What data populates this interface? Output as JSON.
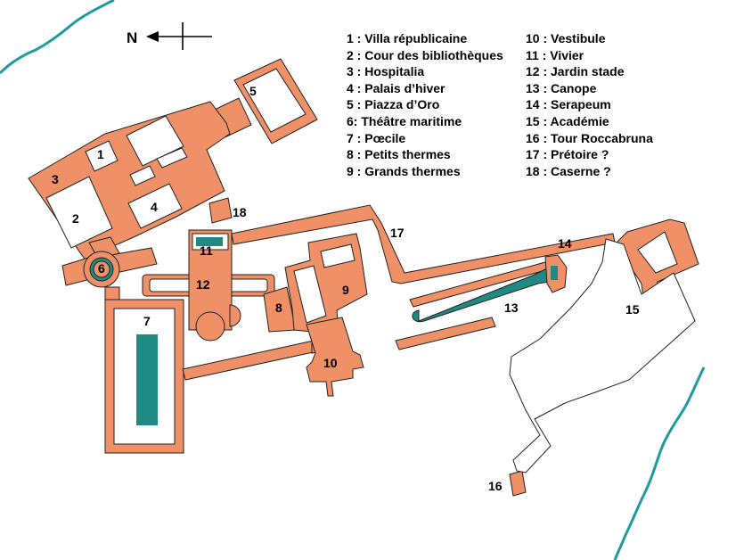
{
  "map": {
    "north_label": "N",
    "colors": {
      "building": "#ef9066",
      "outline": "#222222",
      "water": "#1f8a84",
      "river": "#1f9aa0",
      "court": "#ffffff"
    },
    "site_labels": {
      "s1": "1",
      "s2": "2",
      "s3": "3",
      "s4": "4",
      "s5": "5",
      "s6": "6",
      "s7": "7",
      "s8": "8",
      "s9": "9",
      "s10": "10",
      "s11": "11",
      "s12": "12",
      "s13": "13",
      "s14": "14",
      "s15": "15",
      "s16": "16",
      "s17": "17",
      "s18": "18"
    },
    "legend_left": [
      "1 : Villa républicaine",
      "2 : Cour des bibliothèques",
      "3 : Hospitalia",
      "4 : Palais d’hiver",
      "5 : Piazza d’Oro",
      "6: Théâtre maritime",
      "7 : Pœcile",
      "8 : Petits thermes",
      "9 : Grands thermes"
    ],
    "legend_right": [
      "10 : Vestibule",
      "11 : Vivier",
      "12 : Jardin stade",
      "13 : Canope",
      "14 : Serapeum",
      "15 : Académie",
      "16 : Tour Roccabruna",
      "17 : Prétoire ?",
      "18 : Caserne ?"
    ]
  }
}
